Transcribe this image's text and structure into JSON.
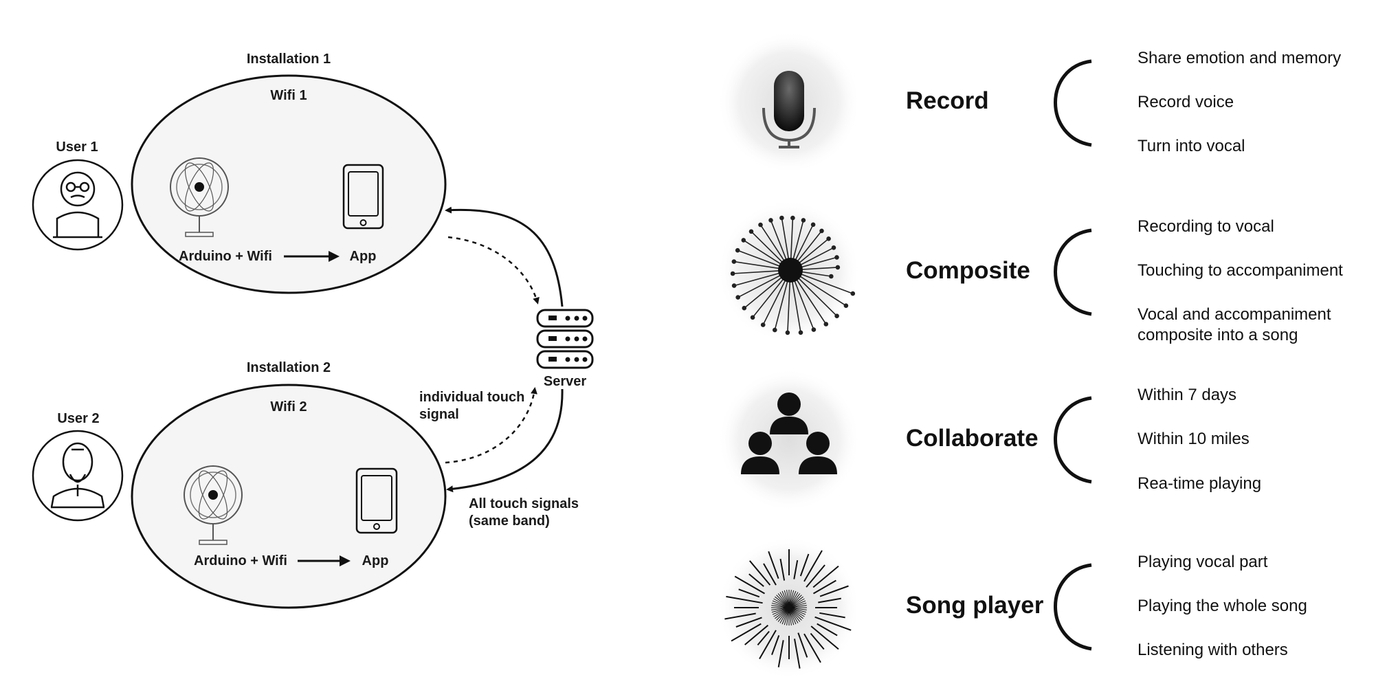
{
  "installation1": {
    "title": "Installation 1",
    "network": "Wifi 1",
    "user": "User 1",
    "device": "Arduino + Wifi",
    "app": "App"
  },
  "installation2": {
    "title": "Installation 2",
    "network": "Wifi 2",
    "user": "User 2",
    "device": "Arduino + Wifi",
    "app": "App"
  },
  "server": {
    "label": "Server"
  },
  "signals": {
    "individual_line1": "individual touch",
    "individual_line2": "signal",
    "all_line1": "All touch signals",
    "all_line2": "(same band)"
  },
  "features": [
    {
      "name": "Record",
      "icon": "microphone-icon",
      "items": [
        "Share emotion and memory",
        "Record voice",
        "Turn into vocal"
      ]
    },
    {
      "name": "Composite",
      "icon": "dandelion-icon",
      "items": [
        "Recording to vocal",
        "Touching to accompaniment",
        "Vocal and accompaniment composite into a song"
      ]
    },
    {
      "name": "Collaborate",
      "icon": "group-icon",
      "items": [
        "Within 7 days",
        "Within 10 miles",
        "Rea-time playing"
      ]
    },
    {
      "name": "Song player",
      "icon": "starburst-icon",
      "items": [
        "Playing vocal part",
        "Playing the whole song",
        "Listening with others"
      ]
    }
  ]
}
